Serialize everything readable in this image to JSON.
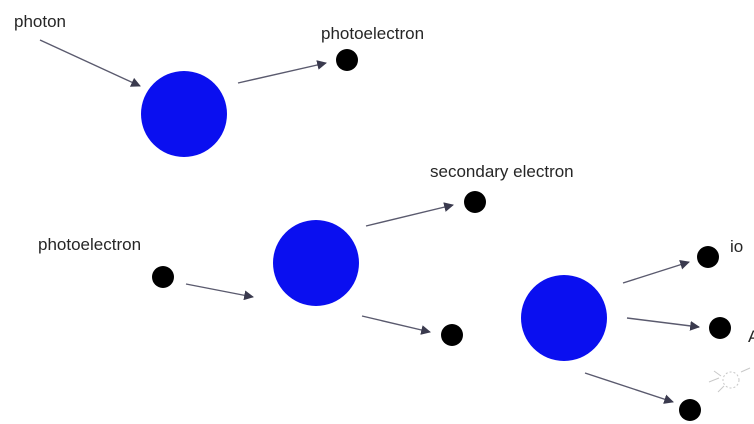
{
  "labels": {
    "photon": "photon",
    "photoelectron_top": "photoelectron",
    "secondary_electron": "secondary electron",
    "photoelectron_left": "photoelectron",
    "ion_partial": "io",
    "a_partial": "A"
  },
  "colors": {
    "atom": "#0a0ff0",
    "electron": "#000000",
    "arrow": "#5a5a6e",
    "label_text": "#262626",
    "background": "#ffffff"
  },
  "icons": {
    "atom": "filled-circle",
    "electron": "filled-circle",
    "arrow": "arrow-right"
  }
}
